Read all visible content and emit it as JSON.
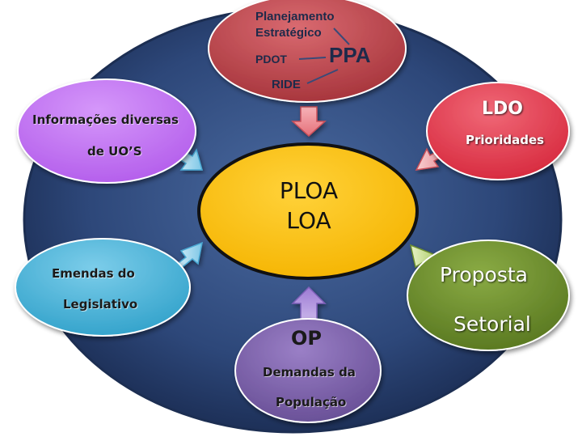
{
  "nodes": {
    "ppa": {
      "line1": "Planejamento",
      "line2": "Estratégico",
      "pdot": "PDOT",
      "title": "PPA",
      "ride": "RIDE",
      "color": "#b8434a"
    },
    "info": {
      "line1": "Informações diversas",
      "line2": "de UO’S",
      "color": "#c272f2"
    },
    "ldo": {
      "title": "LDO",
      "subtitle": "Prioridades",
      "color": "#e23b4d"
    },
    "center": {
      "line1": "PLOA",
      "line2": "LOA",
      "color": "#ffc000"
    },
    "emendas": {
      "line1": "Emendas do",
      "line2": "Legislativo",
      "color": "#46b3d8"
    },
    "proposta": {
      "line1": "Proposta",
      "line2": "Setorial",
      "color": "#6b8a2c"
    },
    "op": {
      "title": "OP",
      "line1": "Demandas da",
      "line2": "População",
      "color": "#7a5fa8"
    }
  },
  "background": {
    "color": "#2d4779"
  }
}
